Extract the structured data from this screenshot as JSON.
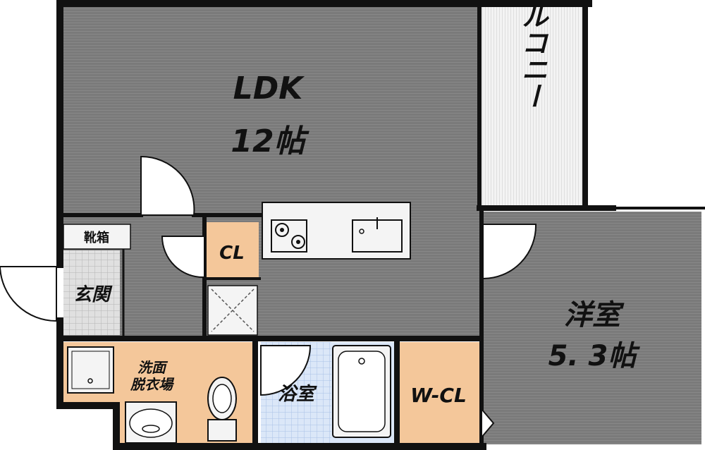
{
  "rooms": {
    "ldk": {
      "name": "LDK",
      "size": "12帖"
    },
    "balcony": {
      "name": "バルコニー"
    },
    "western": {
      "name": "洋室",
      "size": "5. 3帖"
    },
    "closet": {
      "name": "CL"
    },
    "walk_in_closet": {
      "name": "W-CL"
    },
    "bath": {
      "name": "浴室"
    },
    "washroom": {
      "line1": "洗面",
      "line2": "脱衣場"
    },
    "entrance": {
      "name": "玄関"
    },
    "shoe_box": {
      "name": "靴箱"
    }
  },
  "colors": {
    "wall": "#111111",
    "room_gray": "#7d7d7d",
    "wet_area": "#f4c79a",
    "bath_tile": "#d9e6f7",
    "entrance_tile": "#dcdcdc",
    "balcony": "#f2f2f2"
  }
}
